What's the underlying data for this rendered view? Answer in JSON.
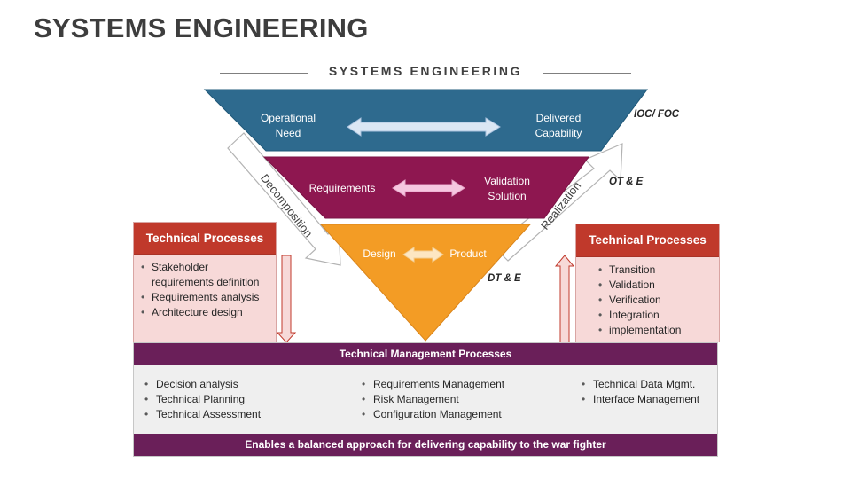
{
  "title": "SYSTEMS ENGINEERING",
  "subtitle": "SYSTEMS ENGINEERING",
  "vee": {
    "top": {
      "left": "Operational Need",
      "right": "Delivered Capability",
      "color": "#2e6a8e"
    },
    "middle": {
      "left": "Requirements",
      "right": "Validation Solution",
      "color": "#8e1750"
    },
    "bottom": {
      "left": "Design",
      "right": "Product",
      "color": "#f39c25"
    }
  },
  "side_labels": {
    "top": "IOC/ FOC",
    "middle": "OT & E",
    "bottom": "DT & E"
  },
  "arrows": {
    "left": "Decomposition",
    "right": "Realization"
  },
  "left_panel": {
    "title": "Technical Processes",
    "items": [
      "Stakeholder requirements definition",
      "Requirements analysis",
      "Architecture design"
    ]
  },
  "right_panel": {
    "title": "Technical Processes",
    "items": [
      "Transition",
      "Validation",
      "Verification",
      "Integration",
      "implementation"
    ]
  },
  "management": {
    "title": "Technical Management Processes",
    "col1": [
      "Decision analysis",
      "Technical Planning",
      "Technical Assessment"
    ],
    "col2": [
      "Requirements Management",
      "Risk Management",
      "Configuration Management"
    ],
    "col3": [
      "Technical Data Mgmt.",
      "Interface Management"
    ],
    "footer": "Enables a balanced approach for delivering capability to the war fighter"
  }
}
